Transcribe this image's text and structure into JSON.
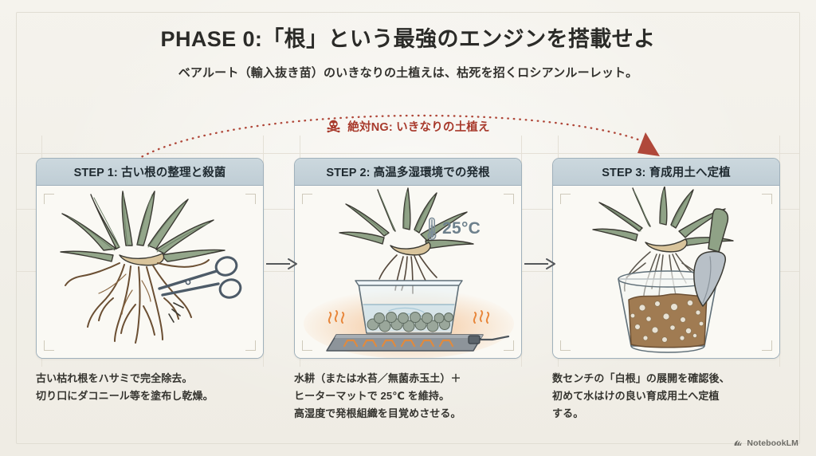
{
  "header": {
    "title": "PHASE 0:「根」という最強のエンジンを搭載せよ",
    "subtitle": "ベアルート（輸入抜き苗）のいきなりの土植えは、枯死を招くロシアンルーレット。"
  },
  "warning": {
    "icon": "skull-and-crossbones-icon",
    "text": "絶対NG: いきなりの土植え",
    "color": "#a83a2c",
    "arc_style": "dotted"
  },
  "steps": [
    {
      "id": "step-1",
      "header": "STEP 1: 古い根の整理と殺菌",
      "illustration": "bare-root-agave-with-scissors",
      "caption_lines": [
        "古い枯れ根をハサミで完全除去。",
        "切り口にダコニール等を塗布し乾燥。"
      ]
    },
    {
      "id": "step-2",
      "header": "STEP 2: 高温多湿環境での発根",
      "illustration": "agave-over-water-container-on-heat-mat",
      "caption_lines": [
        "水耕（または水苔／無菌赤玉土）＋",
        "ヒーターマットで 25℃ を維持。",
        "高湿度で発根組織を目覚めさせる。"
      ],
      "badge": {
        "icon": "thermometer-icon",
        "value": "25°C",
        "color": "#6d808c"
      }
    },
    {
      "id": "step-3",
      "header": "STEP 3: 育成用土へ定植",
      "illustration": "agave-with-white-roots-over-soil-pot-and-trowel",
      "caption_lines": [
        "数センチの「白根」の展開を確認後、",
        "初めて水はけの良い育成用土へ定植",
        "する。"
      ]
    }
  ],
  "flow_arrows": [
    {
      "name": "arrow-step1-to-step2"
    },
    {
      "name": "arrow-step2-to-step3"
    }
  ],
  "watermark": {
    "icon": "notebooklm-logo-icon",
    "label": "NotebookLM"
  },
  "colors": {
    "background": "#f4f2ec",
    "panel": "#fbfaf6",
    "panel_header": "#c5d2da",
    "panel_border": "#9fb0bb",
    "title_text": "#2b2b28",
    "warning": "#a83a2c",
    "leaf_green": "#8fa286",
    "root_brown": "#9c7a55",
    "soil_brown": "#a07b52",
    "heat_orange": "#e8873c",
    "metal_grey": "#aab4bd"
  }
}
